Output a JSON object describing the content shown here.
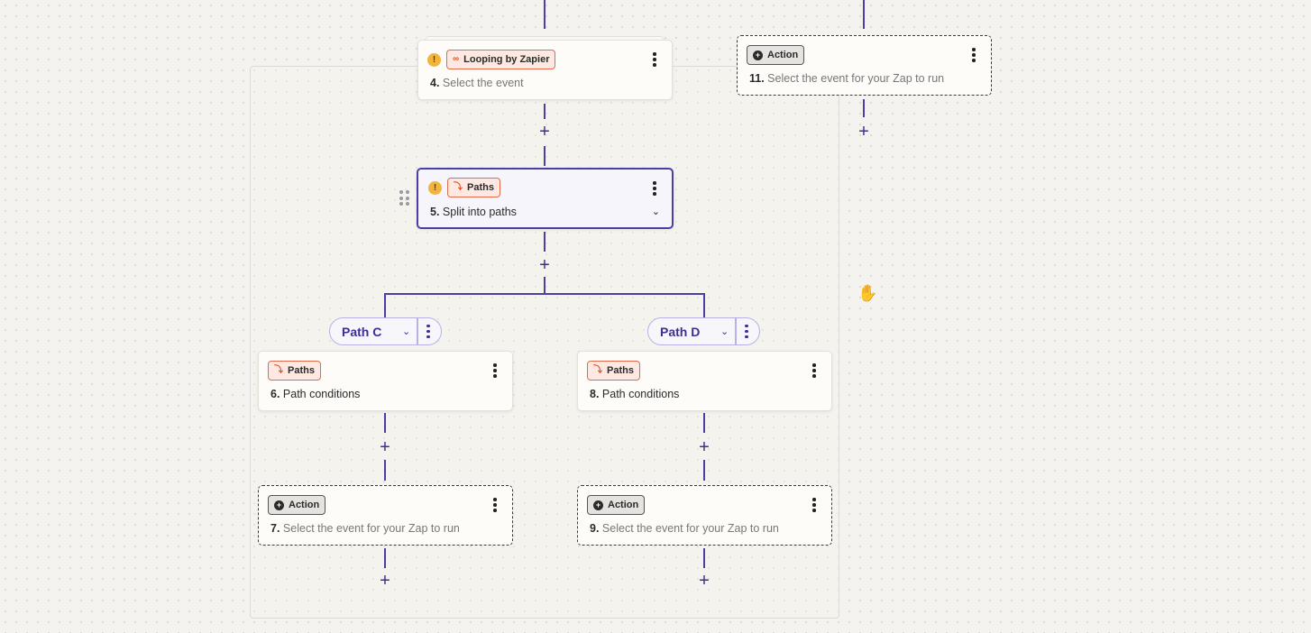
{
  "cards": {
    "step4": {
      "badge": "Looping by Zapier",
      "badge_icon": "loop-icon",
      "number": "4.",
      "text": "Select the event",
      "warning": "!"
    },
    "step5": {
      "badge": "Paths",
      "badge_icon": "paths-icon",
      "number": "5.",
      "text": "Split into paths",
      "warning": "!"
    },
    "step6": {
      "badge": "Paths",
      "badge_icon": "paths-icon",
      "number": "6.",
      "text": "Path conditions"
    },
    "step7": {
      "badge": "Action",
      "badge_icon": "action-icon",
      "number": "7.",
      "text": "Select the event for your Zap to run"
    },
    "step8": {
      "badge": "Paths",
      "badge_icon": "paths-icon",
      "number": "8.",
      "text": "Path conditions"
    },
    "step9": {
      "badge": "Action",
      "badge_icon": "action-icon",
      "number": "9.",
      "text": "Select the event for your Zap to run"
    },
    "step11": {
      "badge": "Action",
      "badge_icon": "action-icon",
      "number": "11.",
      "text": "Select the event for your Zap to run"
    }
  },
  "paths": {
    "c": {
      "label": "Path C"
    },
    "d": {
      "label": "Path D"
    }
  },
  "glyphs": {
    "plus": "+",
    "chevron": "⌄",
    "loop": "∞",
    "paths": "⤵",
    "action": "+",
    "hand": "✋"
  },
  "colors": {
    "accent": "#4b3fa6",
    "warning": "#f2b43a",
    "paths_badge": "#e26a4a",
    "canvas": "#f4f3ef"
  }
}
